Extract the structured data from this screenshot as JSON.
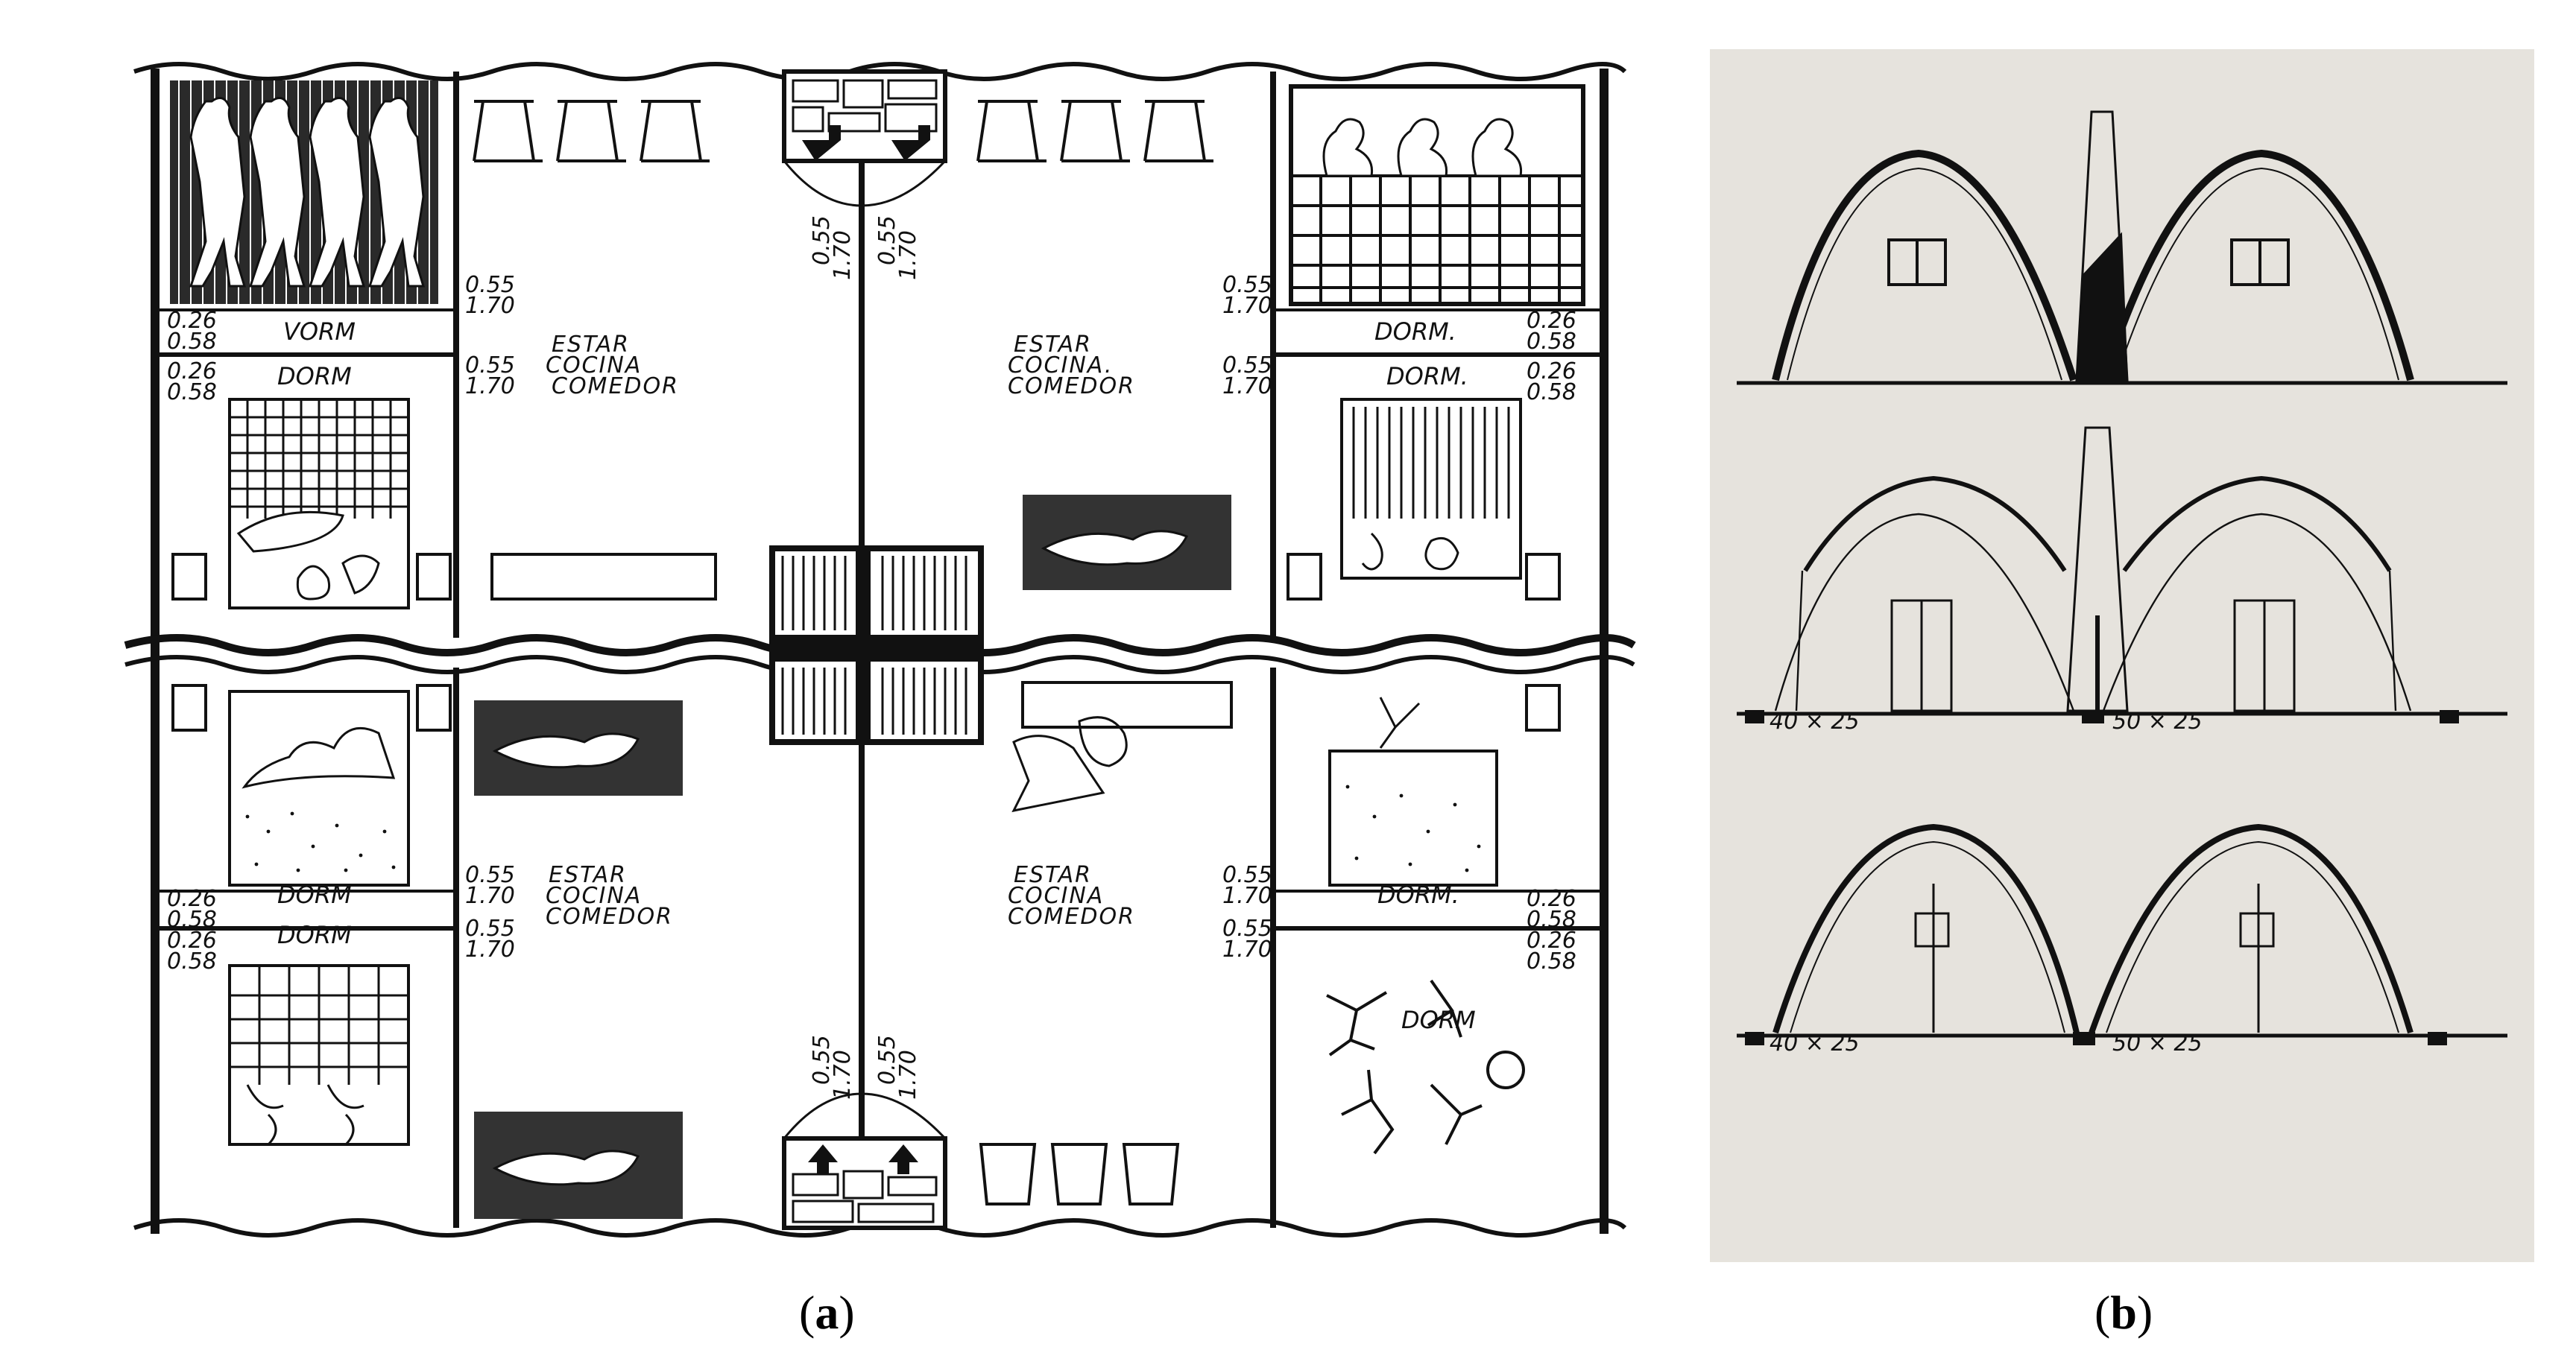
{
  "captions": {
    "a": "a",
    "b": "b"
  },
  "plan": {
    "living_label_1": "ESTAR",
    "living_label_2": "COCINA",
    "living_label_2_alt": "COCINA.",
    "living_label_3": "COMEDOR",
    "bedroom_label": "DORM",
    "bedroom_label_alt": "DORM.",
    "bedroom_label_top_left": "VORM",
    "door_dim_top": "0.55",
    "door_dim_bottom": "1.70",
    "window_dim_top": "0.26",
    "window_dim_bottom": "0.58"
  },
  "elevation": {
    "footing_left": "40 × 25",
    "footing_center": "50 × 25"
  },
  "colors": {
    "ink": "#111111",
    "panel_b_background": "#e6e3dd",
    "paper": "#ffffff"
  }
}
